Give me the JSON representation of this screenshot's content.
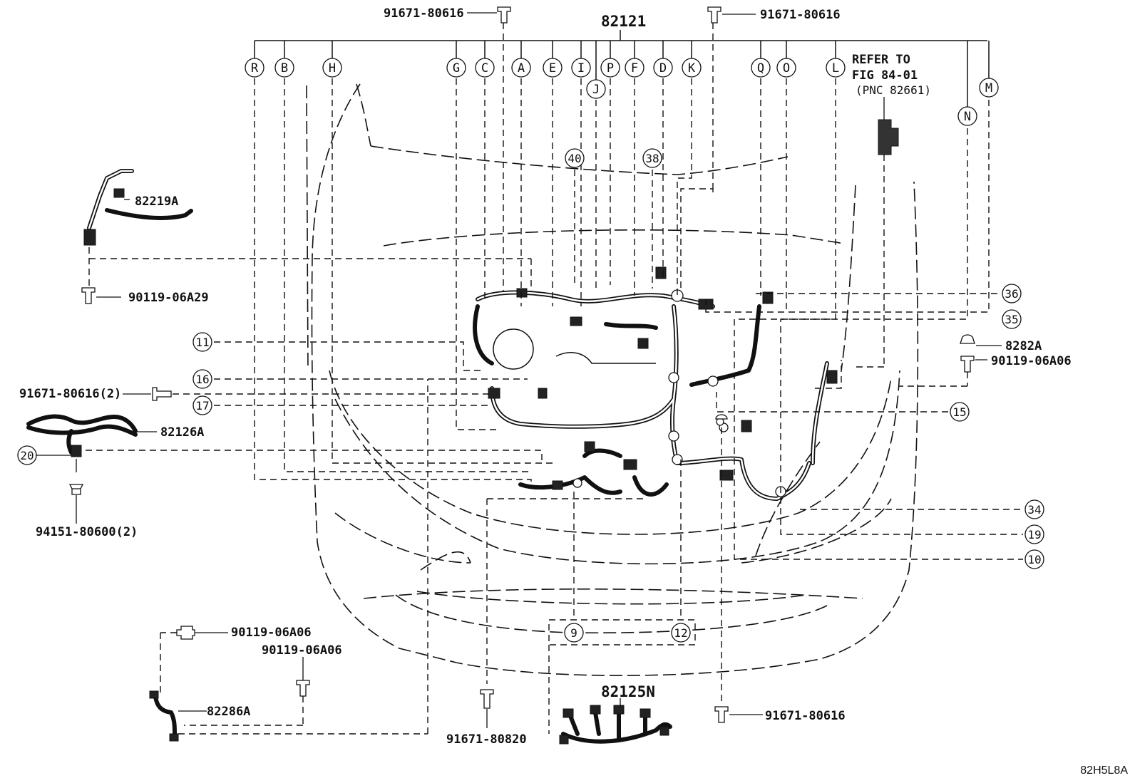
{
  "main_part": "82121",
  "letter_callouts": [
    "R",
    "B",
    "H",
    "G",
    "C",
    "A",
    "E",
    "I",
    "J",
    "P",
    "F",
    "D",
    "K",
    "Q",
    "O",
    "L",
    "N",
    "M"
  ],
  "number_callouts": [
    "40",
    "38",
    "36",
    "35",
    "11",
    "16",
    "17",
    "15",
    "20",
    "34",
    "19",
    "10",
    "9",
    "12"
  ],
  "refer_note": {
    "line1": "REFER TO",
    "line2": "FIG 84-01",
    "line3": "(PNC 82661)"
  },
  "parts": {
    "bolt_top_left": "91671-80616",
    "bolt_top_right": "91671-80616",
    "wire_82219A": "82219A",
    "bolt_82219A": "90119-06A29",
    "bolt_left_2": "91671-80616(2)",
    "wire_82126A": "82126A",
    "clip_94151": "94151-80600(2)",
    "clip_8282A": "8282A",
    "bolt_right": "90119-06A06",
    "bolt_lower_a": "90119-06A06",
    "bolt_lower_b": "90119-06A06",
    "wire_82286A": "82286A",
    "bolt_bottom_center": "91671-80820",
    "wire_82125N": "82125N",
    "bolt_bottom_right": "91671-80616"
  },
  "figure_code": "82H5L8A"
}
